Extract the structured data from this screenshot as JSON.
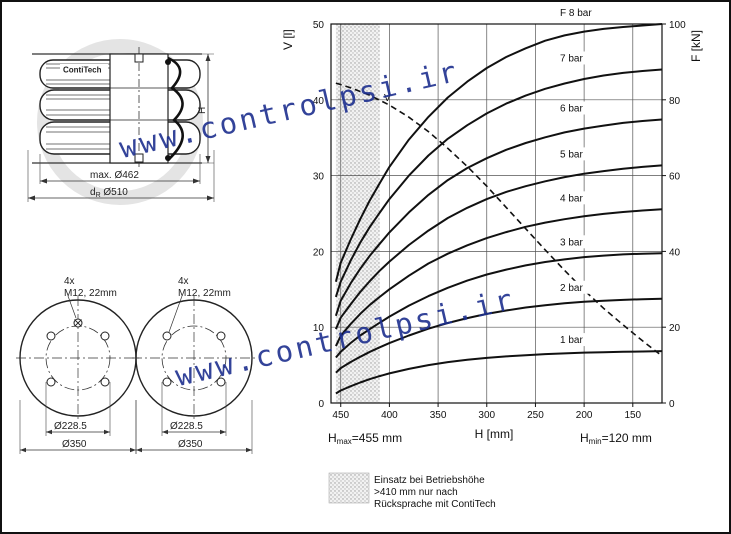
{
  "left_drawings": {
    "brand_label": "ContiTech",
    "dim_max_diameter": "max. Ø462",
    "dim_dr_prefix": "d",
    "dim_dr_sub": "R",
    "dim_dr_value": " Ø510",
    "dim_height_label": "H",
    "flange_left": {
      "bolts": "4x",
      "thread": "M12, 22mm",
      "pitch": "Ø228.5",
      "outer": "Ø350"
    },
    "flange_right": {
      "bolts": "4x",
      "thread": "M12, 22mm",
      "pitch": "Ø228.5",
      "outer": "Ø350"
    }
  },
  "chart_data": {
    "type": "line",
    "xlabel": "H [mm]",
    "ylabel_left": "V [l]",
    "ylabel_right": "F [kN]",
    "x_ticks": [
      450,
      400,
      350,
      300,
      250,
      200,
      150
    ],
    "y_left_ticks": [
      0,
      10,
      20,
      30,
      40,
      50
    ],
    "y_right_ticks": [
      0,
      20,
      40,
      60,
      80,
      100
    ],
    "xlim": [
      460,
      120
    ],
    "ylim_left": [
      0,
      50
    ],
    "ylim_right": [
      0,
      100
    ],
    "h_max_label": "H",
    "h_max_sub": "max",
    "h_max_value": "=455 mm",
    "h_min_label": "H",
    "h_min_sub": "min",
    "h_min_value": "=120 mm",
    "volume_label": "V",
    "shaded_region_x": [
      455,
      410
    ],
    "x": [
      455,
      450,
      440,
      430,
      420,
      410,
      400,
      380,
      360,
      340,
      320,
      300,
      280,
      260,
      240,
      220,
      200,
      180,
      160,
      140,
      120
    ],
    "series": [
      {
        "name": "F 8 bar",
        "values": [
          32,
          37,
          43,
          48.5,
          53.5,
          58,
          62.3,
          69.5,
          75.5,
          80.6,
          84.8,
          88.4,
          91.3,
          93.6,
          95.6,
          97,
          98,
          98.7,
          99.2,
          99.6,
          100
        ]
      },
      {
        "name": "7 bar",
        "values": [
          28,
          32,
          37.5,
          42.3,
          46.5,
          50.2,
          53.8,
          60,
          65.3,
          69.7,
          73.3,
          76.4,
          79,
          81.1,
          82.9,
          84.3,
          85.5,
          86.4,
          87.1,
          87.6,
          88
        ]
      },
      {
        "name": "6 bar",
        "values": [
          23,
          27,
          31.5,
          35.4,
          38.9,
          42,
          45,
          50.3,
          54.9,
          58.8,
          62,
          64.6,
          66.8,
          68.6,
          70.1,
          71.4,
          72.4,
          73.2,
          73.9,
          74.4,
          74.8
        ]
      },
      {
        "name": "5 bar",
        "values": [
          19.5,
          22.5,
          26,
          29.3,
          32.2,
          34.9,
          37.3,
          41.7,
          45.5,
          48.8,
          51.5,
          53.8,
          55.7,
          57.2,
          58.5,
          59.6,
          60.5,
          61.2,
          61.8,
          62.3,
          62.7
        ]
      },
      {
        "name": "4 bar",
        "values": [
          15,
          17.7,
          20.8,
          23.5,
          25.9,
          28,
          30,
          33.6,
          36.8,
          39.4,
          41.6,
          43.5,
          45.1,
          46.5,
          47.6,
          48.5,
          49.3,
          49.9,
          50.4,
          50.8,
          51.1
        ]
      },
      {
        "name": "3 bar",
        "values": [
          12,
          13.5,
          15.8,
          17.8,
          19.5,
          21.2,
          22.8,
          25.7,
          28.2,
          30.4,
          32.3,
          33.9,
          35.2,
          36.3,
          37.2,
          37.9,
          38.5,
          38.9,
          39.2,
          39.4,
          39.5
        ]
      },
      {
        "name": "2 bar",
        "values": [
          8,
          9.2,
          10.8,
          12.2,
          13.5,
          14.7,
          15.8,
          17.8,
          19.6,
          21.1,
          22.4,
          23.5,
          24.4,
          25.2,
          25.8,
          26.3,
          26.7,
          27,
          27.2,
          27.4,
          27.5
        ]
      },
      {
        "name": "1 bar",
        "values": [
          2.5,
          3.3,
          4.4,
          5.4,
          6.3,
          7.1,
          7.8,
          9,
          10,
          10.8,
          11.4,
          11.9,
          12.3,
          12.6,
          12.9,
          13.1,
          13.3,
          13.4,
          13.5,
          13.6,
          13.7
        ]
      }
    ],
    "volume_curve": {
      "x": [
        455,
        440,
        420,
        400,
        380,
        360,
        340,
        320,
        300,
        280,
        260,
        240,
        220,
        200,
        180,
        160,
        140,
        120
      ],
      "values": [
        42.2,
        41.6,
        40.6,
        39.3,
        37.7,
        35.8,
        33.6,
        31.2,
        28.6,
        25.8,
        23,
        20.2,
        17.5,
        14.9,
        12.5,
        10.3,
        8.2,
        6.2
      ]
    }
  },
  "legend_note": {
    "line1": "Einsatz bei Betriebshöhe",
    "line2": ">410 mm nur nach",
    "line3": "Rücksprache mit ContiTech"
  },
  "watermark": {
    "text": "www.controlpsi.ir",
    "color": "#1d2f8f"
  }
}
